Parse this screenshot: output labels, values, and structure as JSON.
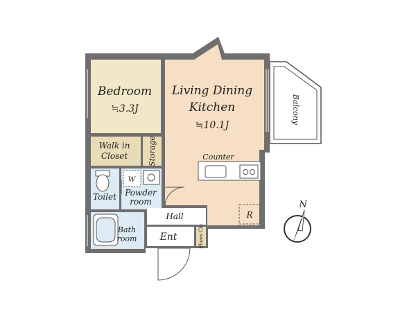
{
  "rooms": {
    "bedroom": {
      "name": "Bedroom",
      "area": "≒3.3J"
    },
    "ldk": {
      "name_line1": "Living Dining",
      "name_line2": "Kitchen",
      "area": "≒10.1J"
    },
    "walk_in_closet": {
      "line1": "Walk in",
      "line2": "Closet"
    },
    "storage": "Storage",
    "toilet": "Toilet",
    "powder_room": {
      "line1": "Powder",
      "line2": "room"
    },
    "washer": "W",
    "bath_room": {
      "line1": "Bath",
      "line2": "room"
    },
    "hall": "Hall",
    "entrance": "Ent",
    "shoes_closet": "Shoes Clo",
    "balcony": "Balcony",
    "counter": "Counter",
    "refrigerator": "R"
  },
  "compass": {
    "label": "N",
    "icon": "north-arrow-icon"
  },
  "colors": {
    "wall": "#6f6f6f",
    "bedroom_floor": "#f2e7c6",
    "ldk_floor": "#f6dfc4",
    "closet_floor": "#e8dbb5",
    "wet_area_floor": "#dcebf4",
    "white_floor": "#ffffff",
    "outline": "#555555"
  }
}
